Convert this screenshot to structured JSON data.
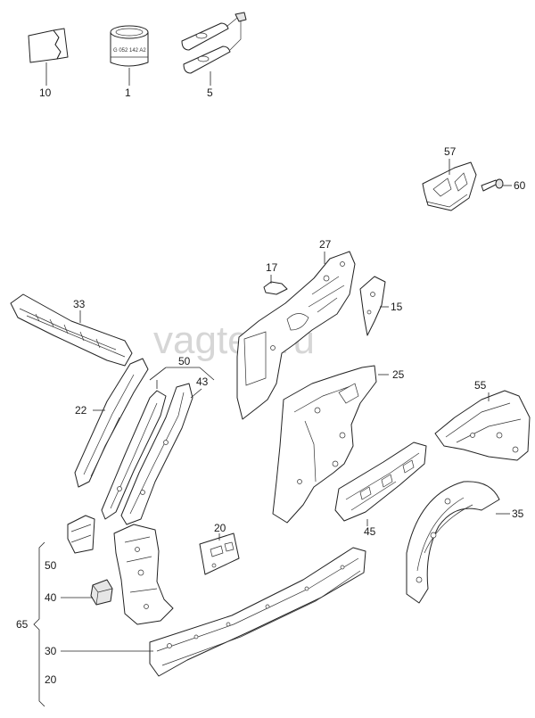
{
  "watermark": "vagtec.ru",
  "callouts": {
    "p10": "10",
    "p1": "1",
    "p5": "5",
    "p57": "57",
    "p60": "60",
    "p27": "27",
    "p17": "17",
    "p15": "15",
    "p33": "33",
    "p50a": "50",
    "p43": "43",
    "p25": "25",
    "p55": "55",
    "p22": "22",
    "p20a": "20",
    "p45": "45",
    "p35": "35",
    "p65": "65",
    "p50b": "50",
    "p40": "40",
    "p30": "30",
    "p20b": "20"
  },
  "part_marking": "G 052 142 A2"
}
